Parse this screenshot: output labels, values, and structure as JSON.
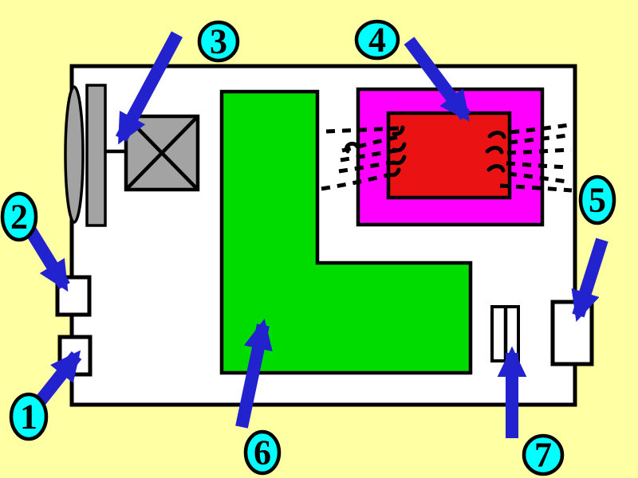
{
  "diagram": {
    "kind": "labeled-parts-schematic",
    "callout_count": 7
  },
  "colors": {
    "background": "#ffffa3",
    "case_fill": "#ffffff",
    "outline": "#000000",
    "gray_part": "#a3a3a3",
    "green_block": "#00dc00",
    "magenta_block": "#ff00ff",
    "red_block": "#ea1212",
    "callout_fill": "#00ffff",
    "arrow": "#2222cf"
  },
  "shape_names": [
    "device-case",
    "lens-ellipse",
    "filter-plate",
    "fan-crossed-box",
    "l-shaped-block",
    "magenta-block",
    "red-block",
    "heat-wave-dashes",
    "port-upper",
    "port-lower",
    "vent-slot",
    "side-port"
  ],
  "callouts": [
    {
      "number": "1"
    },
    {
      "number": "2"
    },
    {
      "number": "3"
    },
    {
      "number": "4"
    },
    {
      "number": "5"
    },
    {
      "number": "6"
    },
    {
      "number": "7"
    }
  ]
}
